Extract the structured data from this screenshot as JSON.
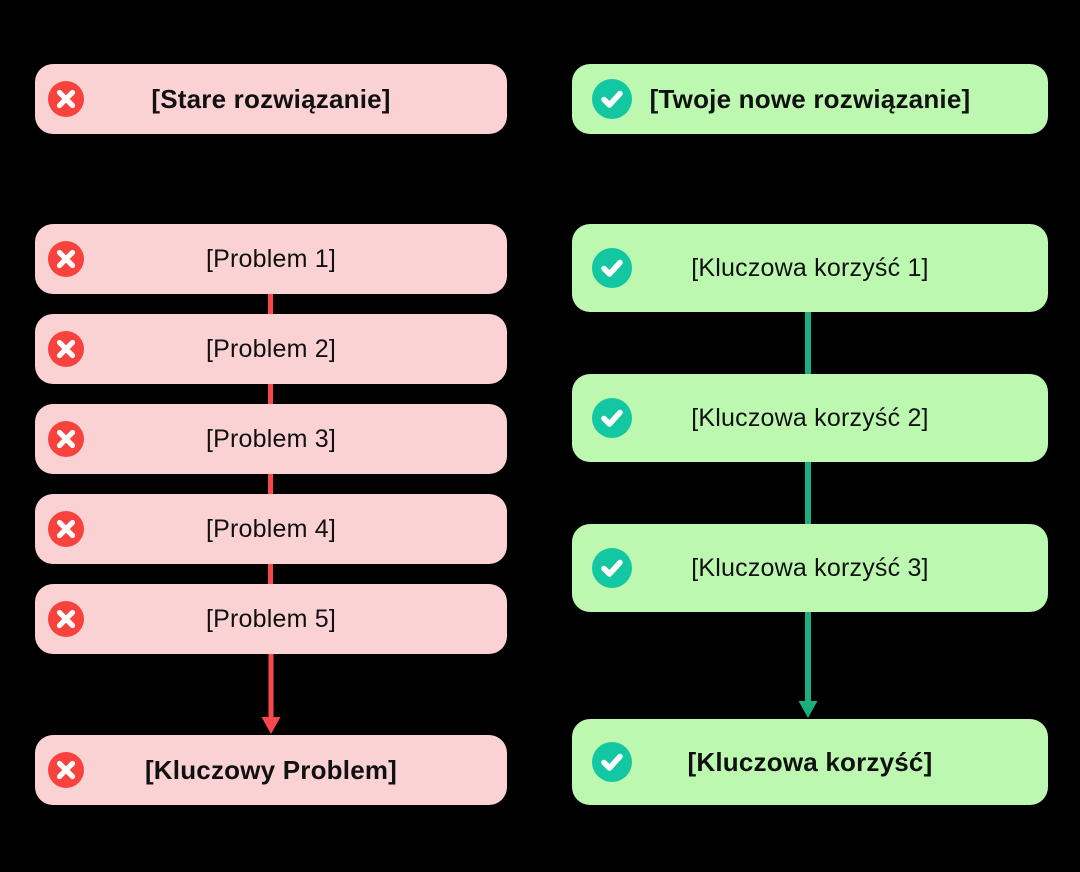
{
  "diagram_title": "solution comparison flow",
  "colors": {
    "background": "#000000",
    "negative_box": "#FBD2D4",
    "negative_icon": "#F8423E",
    "negative_connector": "#F9474D",
    "positive_box": "#BDF8B0",
    "positive_icon": "#12C7A2",
    "positive_connector": "#1BAE80",
    "text": "#111111"
  },
  "columns": [
    {
      "id": "old-solution",
      "icon": "x-icon",
      "header": "[Stare rozwiązanie]",
      "items": [
        "[Problem 1]",
        "[Problem 2]",
        "[Problem 3]",
        "[Problem 4]",
        "[Problem 5]"
      ],
      "footer": "[Kluczowy Problem]"
    },
    {
      "id": "new-solution",
      "icon": "check-icon",
      "header": "[Twoje nowe rozwiązanie]",
      "items": [
        "[Kluczowa korzyść 1]",
        "[Kluczowa korzyść 2]",
        "[Kluczowa korzyść 3]"
      ],
      "footer": "[Kluczowa korzyść]"
    }
  ]
}
